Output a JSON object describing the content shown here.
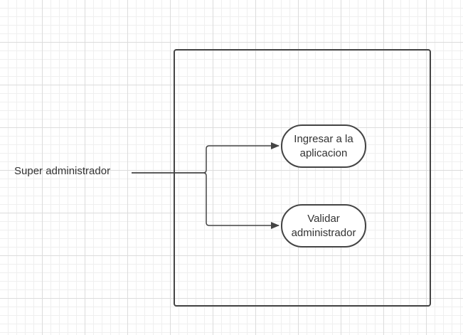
{
  "actor": {
    "label": "Super administrador"
  },
  "use_cases": [
    {
      "line1": "Ingresar a la",
      "line2": "aplicacion"
    },
    {
      "line1": "Validar",
      "line2": "administrador"
    }
  ],
  "colors": {
    "stroke": "#444444",
    "text": "#333333",
    "grid": "#dcdcdc"
  }
}
